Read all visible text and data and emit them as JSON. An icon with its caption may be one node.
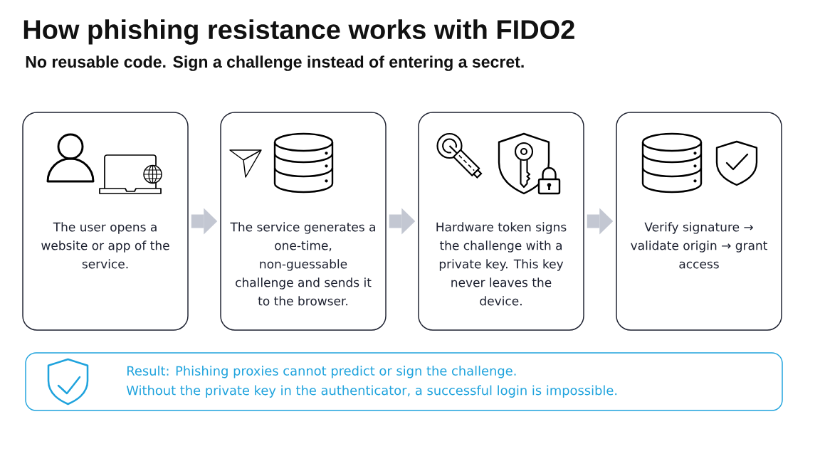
{
  "diagram": {
    "title": "How phishing resistance works with FIDO2",
    "nodes": [
      {
        "text": [
          "The user opens a website or app of the service."
        ]
      },
      {
        "text": [
          "The service generates a one-time, non-guessable challenge and sends it to the browser."
        ]
      },
      {
        "text": [
          "Hardware token signs the challenge with a private key. This key never leaves the device."
        ]
      },
      {
        "text": [
          "Verify signature → validate origin → grant access"
        ]
      },
      {
        "text": [
          "Result: Phishing proxies cannot predict or sign the challenge.",
          "Without the private key in the authenticator, a successful login is impossible."
        ]
      }
    ],
    "edges": [
      {
        "from": 0,
        "to": 1,
        "arrow": "to"
      },
      {
        "from": 1,
        "to": 2,
        "arrow": "to"
      },
      {
        "from": 2,
        "to": 3,
        "arrow": "to"
      }
    ],
    "labels": [
      "No reusable code. Sign a challenge instead of entering a secret."
    ]
  }
}
